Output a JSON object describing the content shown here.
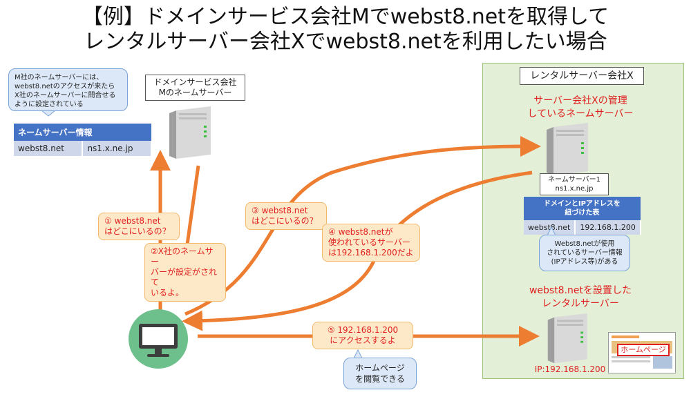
{
  "title": {
    "line1": "【例】ドメインサービス会社Mでwebst8.netを取得して",
    "line2": "レンタルサーバー会社Xでwebst8.netを利用したい場合"
  },
  "m_note": {
    "lines": [
      "M社のネームサーバーには、",
      "webst8.netのアクセスが来たら",
      "X社のネームサーバーに問合せる",
      "ように設定されている"
    ]
  },
  "ns_table": {
    "header": "ネームサーバー情報",
    "domain": "webst8.net",
    "server": "ns1.x.ne.jp"
  },
  "m_server_label": {
    "line1": "ドメインサービス会社",
    "line2": "Mのネームサーバー"
  },
  "x_company": {
    "label": "レンタルサーバー会社X",
    "ns_title_line1": "サーバー会社Xの管理",
    "ns_title_line2": "しているネームサーバー",
    "ns_label_line1": "ネームサーバー1",
    "ns_label_line2": "ns1.x.ne.jp",
    "ip_table_header_line1": "ドメインとIPアドレスを",
    "ip_table_header_line2": "紐づけた表",
    "ip_table_domain": "webst8.net",
    "ip_table_ip": "192.168.1.200",
    "ip_note_line1": "Webst8.netが使用",
    "ip_note_line2": "されているサーバー情報",
    "ip_note_line3": "(IPアドレス等)がある",
    "web_title_line1": "webst8.netを設置した",
    "web_title_line2": "レンタルサーバー",
    "web_ip": "IP:192.168.1.200",
    "homepage_label": "ホームページ"
  },
  "steps": {
    "s1_line1": "① webst8.net",
    "s1_line2": "はどこにいるの？",
    "s2_line1": "②X社のネームサー",
    "s2_line2": "バーが設定がされて",
    "s2_line3": "いるよ。",
    "s3_line1": "③ webst8.net",
    "s3_line2": "はどこにいるの？",
    "s4_line1": "④ webst8.netが",
    "s4_line2": "使われているサーバー",
    "s4_line3": "は192.168.1.200だよ",
    "s5_line1": "⑤ 192.168.1.200",
    "s5_line2": "にアクセスするよ"
  },
  "homepage_note": {
    "line1": "ホームページ",
    "line2": "を閲覧できる"
  },
  "colors": {
    "arrow": "#ed7d31",
    "accent_blue": "#4472c4",
    "red_text": "#e02020",
    "panel_green": "#e3efd6"
  }
}
